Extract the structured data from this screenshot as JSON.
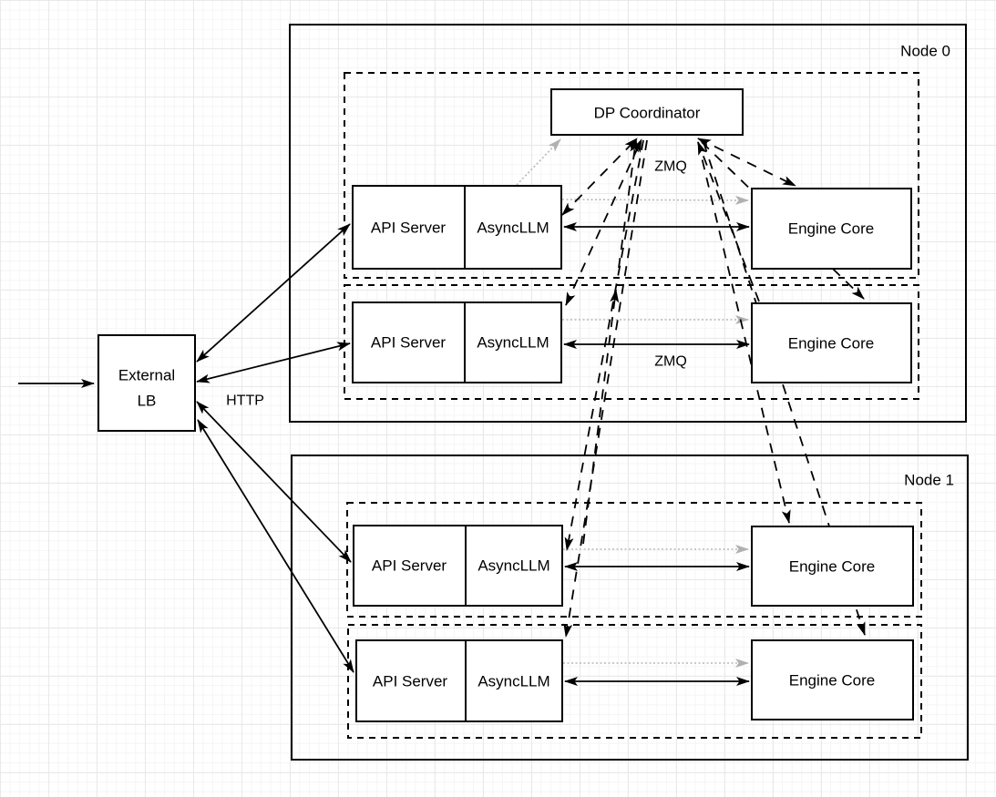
{
  "diagram": {
    "external_lb": {
      "label_line1": "External",
      "label_line2": "LB"
    },
    "labels": {
      "http": "HTTP",
      "zmq_coordinator": "ZMQ",
      "zmq_row2": "ZMQ"
    },
    "node0": {
      "label": "Node 0",
      "coordinator": "DP Coordinator",
      "row1": {
        "api": "API Server",
        "async": "AsyncLLM",
        "engine": "Engine Core"
      },
      "row2": {
        "api": "API Server",
        "async": "AsyncLLM",
        "engine": "Engine Core"
      }
    },
    "node1": {
      "label": "Node 1",
      "row1": {
        "api": "API Server",
        "async": "AsyncLLM",
        "engine": "Engine Core"
      },
      "row2": {
        "api": "API Server",
        "async": "AsyncLLM",
        "engine": "Engine Core"
      }
    },
    "colors": {
      "stroke": "#000000",
      "muted_arrow": "#b9b9b9",
      "background": "#ffffff",
      "grid_minor": "#f5f5f5",
      "grid_major": "#e9e9e9"
    }
  }
}
